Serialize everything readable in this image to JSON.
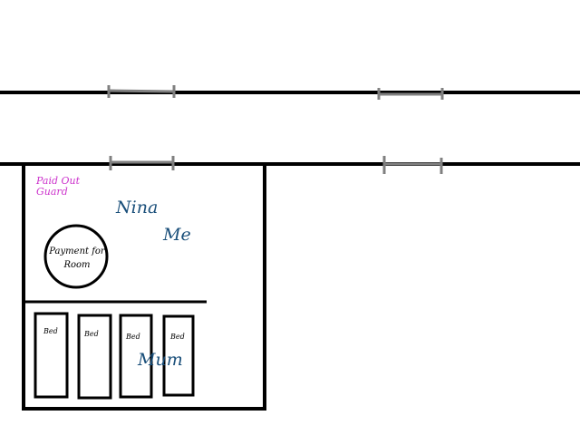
{
  "labels": {
    "guard": "Paid Out Guard",
    "nina": "Nina",
    "me": "Me",
    "mum": "Mum",
    "payment": "Payment for Room",
    "beds": [
      "Bed",
      "Bed",
      "Bed",
      "Bed"
    ]
  },
  "colors": {
    "guard": "#cc33cc",
    "names": "#1a4f7a",
    "tracks": "#000000",
    "sleepers": "#808080"
  }
}
